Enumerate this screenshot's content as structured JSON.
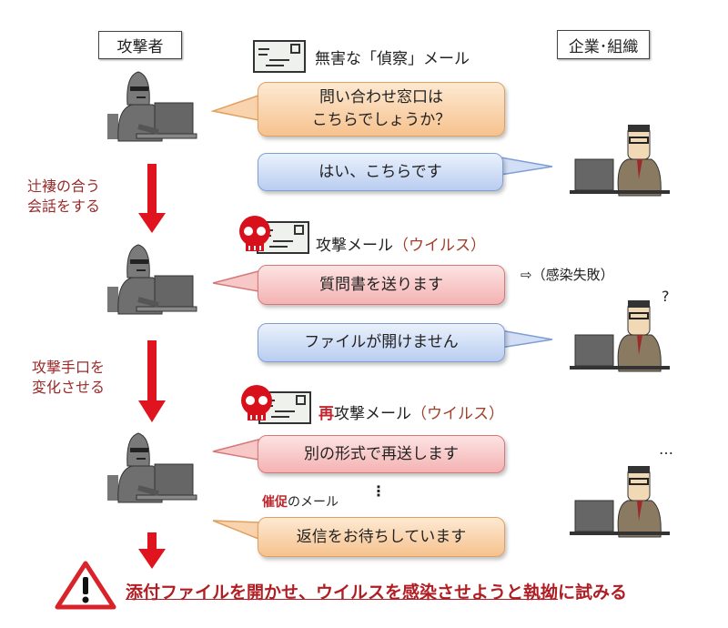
{
  "roles": {
    "attacker": "攻撃者",
    "organization": "企業･組織"
  },
  "mails": {
    "recon": "無害な「偵察」メール",
    "attack_prefix": "攻撃メール",
    "attack_suffix": "（ウイルス）",
    "reattack_re": "再",
    "reattack_prefix": "攻撃メール",
    "reattack_suffix": "（ウイルス）"
  },
  "bubbles": {
    "q1_line1": "問い合わせ窓口は",
    "q1_line2": "こちらでしょうか？",
    "a1": "はい、こちらです",
    "q2": "質問書を送ります",
    "a2": "ファイルが開けません",
    "q3": "別の形式で再送します",
    "q4": "返信をお待ちしています"
  },
  "steps": {
    "s1_line1": "辻褄の合う",
    "s1_line2": "会話をする",
    "s2_line1": "攻撃手口を",
    "s2_line2": "変化させる"
  },
  "notes": {
    "infection_failed": "⇨（感染失敗）",
    "question_mark": "?",
    "ellipsis": "…",
    "vertical_dots": "⋮",
    "reminder_bold": "催促",
    "reminder_rest": "のメール"
  },
  "conclusion": {
    "underlined": "添付ファイルを開かせ、ウイルスを感染させようと執拗",
    "rest": "に試みる"
  },
  "colors": {
    "arrow": "#e0141e",
    "warning": "#d9232b",
    "text_red": "#b01e24"
  }
}
